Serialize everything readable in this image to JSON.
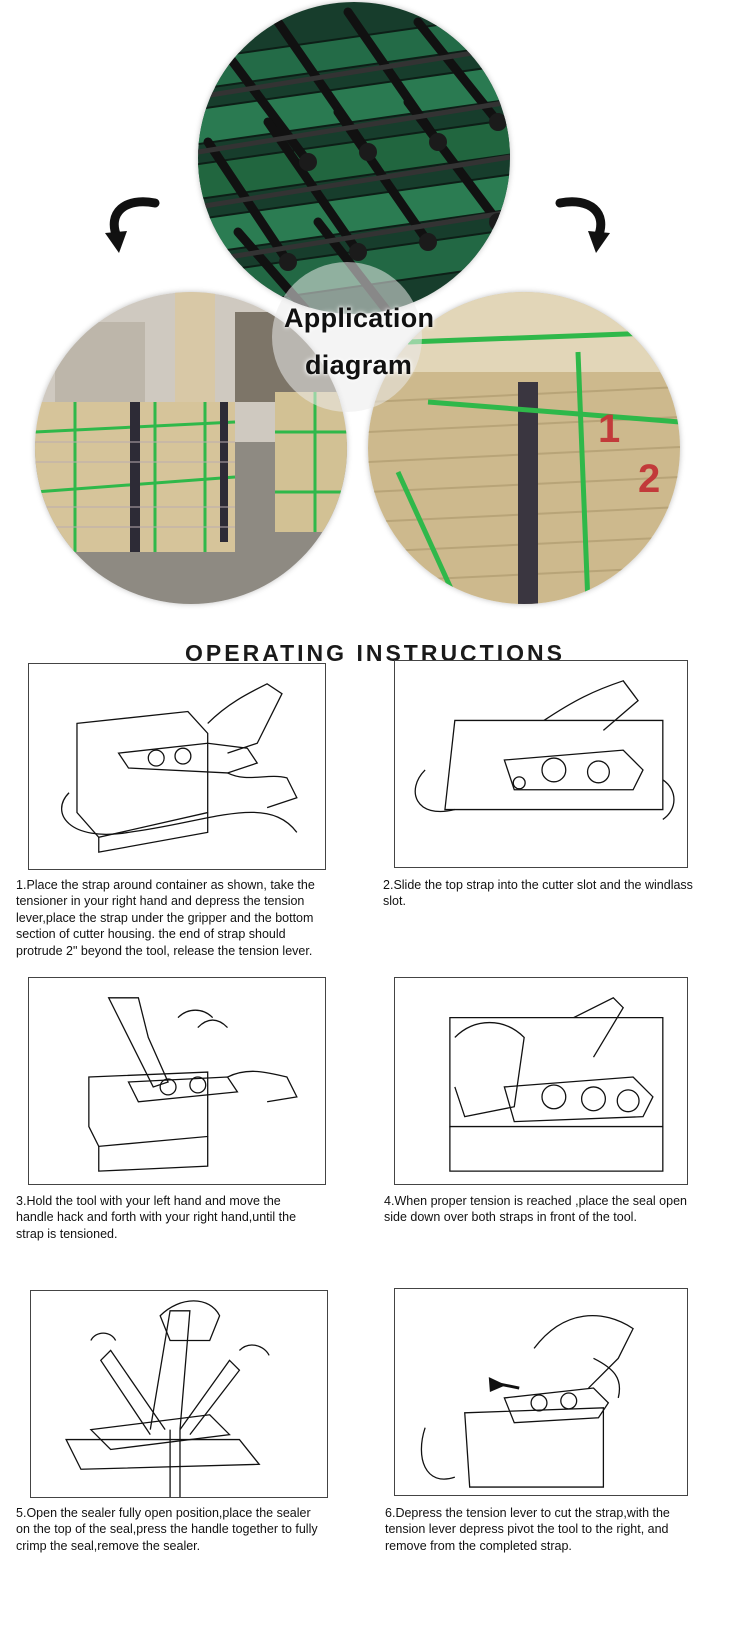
{
  "overlay": {
    "line1": "Application",
    "line2": "diagram"
  },
  "heading": "OPERATING INSTRUCTIONS",
  "steps": [
    {
      "number": "1.",
      "text": "Place the strap around container as shown, take the tensioner in your right hand and depress the tension lever,place the strap under the gripper and the bottom section of cutter housing. the end of strap should protrude 2\" beyond the tool, release the tension lever."
    },
    {
      "number": "2.",
      "text": "Slide the top strap into the cutter slot and the windlass slot."
    },
    {
      "number": "3.",
      "text": "Hold the tool with your left hand and move the handle hack and forth with your right hand,until the strap is tensioned."
    },
    {
      "number": "4.",
      "text": "When proper tension is reached ,place the seal open side down over both straps in front of the tool."
    },
    {
      "number": "5.",
      "text": "Open the sealer fully open position,place the sealer on the top of the seal,press the handle together to fully crimp the seal,remove the sealer."
    },
    {
      "number": "6.",
      "text": "Depress the tension lever to cut the strap,with the tension lever depress pivot the tool to the right, and remove from the completed strap."
    }
  ],
  "colors": {
    "strap_green": "#2fb84a",
    "tool_green": "#1f6e4a",
    "stone": "#d9c89a"
  },
  "icons": [
    "curved-arrow-icon-left",
    "curved-arrow-icon-right"
  ]
}
